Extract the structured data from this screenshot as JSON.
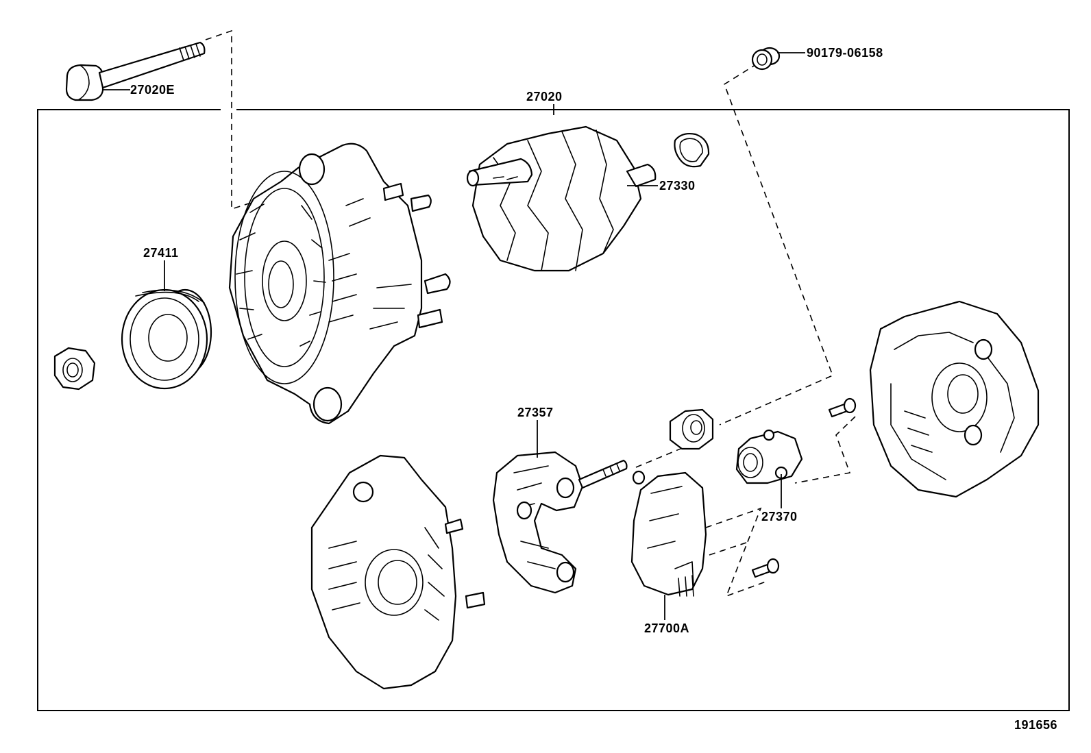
{
  "labels": {
    "bolt": "27020E",
    "assembly": "27020",
    "rotor": "27330",
    "pulley": "27411",
    "rectifier": "27357",
    "brush_holder": "27370",
    "regulator": "27700A",
    "screw": "90179-06158",
    "figure_id": "191656"
  }
}
